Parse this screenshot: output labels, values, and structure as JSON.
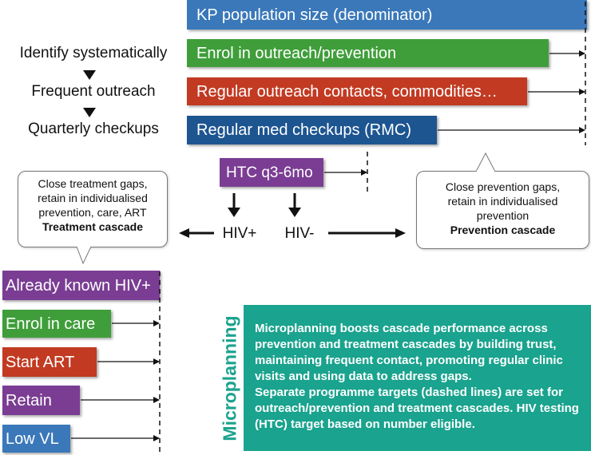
{
  "top_bars": {
    "kp_population": "KP population size (denominator)",
    "enrol_outreach": "Enrol in outreach/prevention",
    "regular_outreach": "Regular outreach contacts, commodities…",
    "regular_med": "Regular med checkups (RMC)"
  },
  "steps": {
    "identify": "Identify systematically",
    "frequent": "Frequent outreach",
    "quarterly": "Quarterly checkups"
  },
  "htc": {
    "label": "HTC q3-6mo",
    "hiv_pos": "HIV+",
    "hiv_neg": "HIV-"
  },
  "callouts": {
    "treatment": {
      "line1": "Close treatment gaps,",
      "line2": "retain in individualised",
      "line3": "prevention, care, ART",
      "title": "Treatment cascade"
    },
    "prevention": {
      "line1": "Close prevention gaps,",
      "line2": "retain in individualised",
      "line3": "prevention",
      "title": "Prevention cascade"
    }
  },
  "treatment_bars": {
    "known": "Already known HIV+",
    "enrol_care": "Enrol in care",
    "start_art": "Start ART",
    "retain": "Retain",
    "low_vl": "Low VL"
  },
  "microplanning": {
    "side_label": "Microplanning",
    "para1": "Microplanning boosts cascade performance across prevention and treatment cascades by building trust, maintaining frequent contact, promoting regular clinic visits and using data to address gaps.",
    "para2": "Separate programme targets (dashed lines) are set for outreach/prevention and treatment cascades. HIV testing (HTC) target based on number eligible."
  },
  "colors": {
    "blue": "#3a78b9",
    "green": "#3f9e3a",
    "red": "#c23a22",
    "navy": "#1d5591",
    "purple": "#7a3d93",
    "teal": "#1aa38e"
  }
}
